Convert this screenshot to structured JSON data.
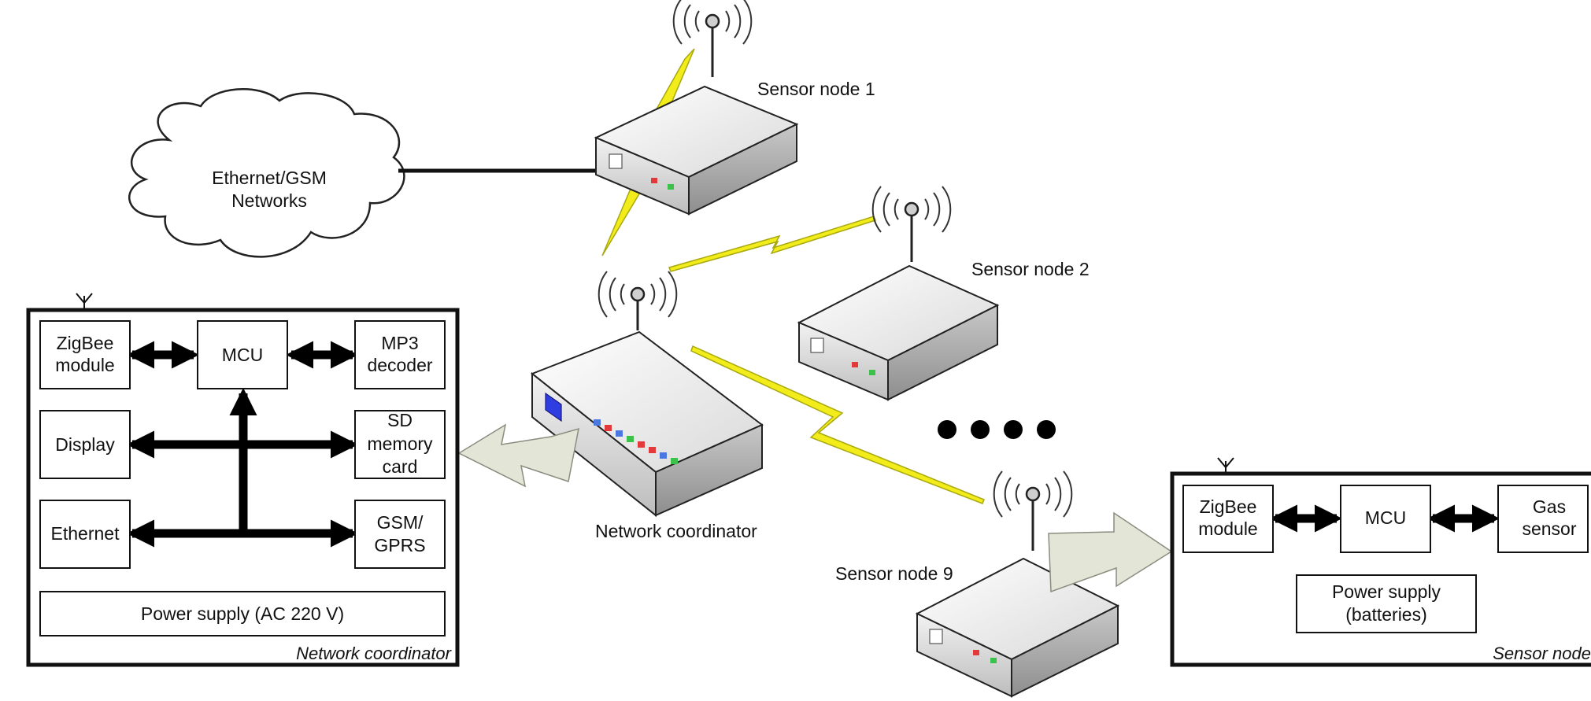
{
  "cloud": {
    "line1": "Ethernet/GSM",
    "line2": "Networks"
  },
  "nodes": {
    "sensor_node_1": "Sensor node 1",
    "sensor_node_2": "Sensor node 2",
    "sensor_node_9": "Sensor node 9",
    "network_coordinator": "Network coordinator",
    "ellipsis_dots": 4
  },
  "coordinator_panel": {
    "caption": "Network coordinator",
    "zigbee": {
      "line1": "ZigBee",
      "line2": "module"
    },
    "mcu": "MCU",
    "mp3": {
      "line1": "MP3",
      "line2": "decoder"
    },
    "display": "Display",
    "sd": {
      "line1": "SD",
      "line2": "memory",
      "line3": "card"
    },
    "ethernet": "Ethernet",
    "gsm": {
      "line1": "GSM/",
      "line2": "GPRS"
    },
    "power": "Power supply (AC 220 V)"
  },
  "sensor_panel": {
    "caption": "Sensor node",
    "zigbee": {
      "line1": "ZigBee",
      "line2": "module"
    },
    "mcu": "MCU",
    "gas": {
      "line1": "Gas",
      "line2": "sensor"
    },
    "power": {
      "line1": "Power supply",
      "line2": "(batteries)"
    }
  },
  "colors": {
    "lightning": "#f2ec1a",
    "lightning_outline": "#a8a810",
    "callout_arrow": "#e3e6d6",
    "led_red": "#e23a3a",
    "led_green": "#3ac24a",
    "led_blue": "#4a78e0",
    "screen_blue": "#2f3ee0"
  }
}
